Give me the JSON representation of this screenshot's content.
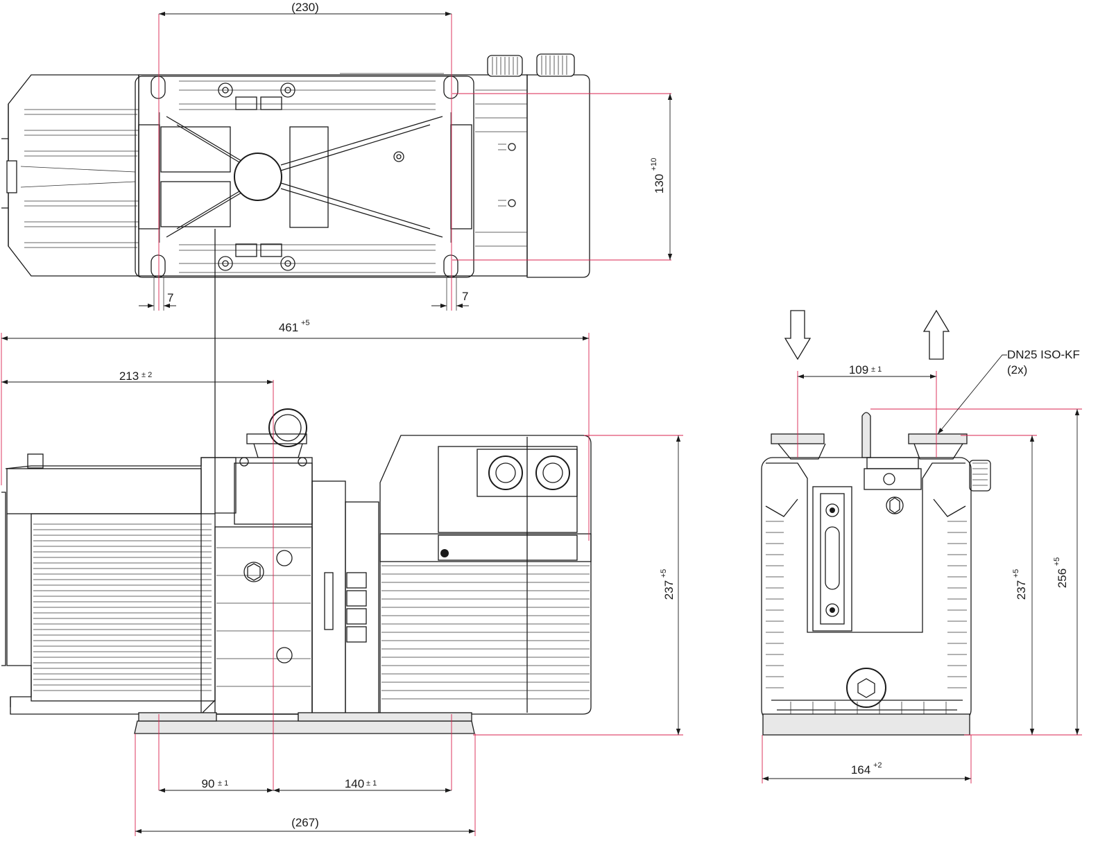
{
  "dimensions": {
    "top_flange_spacing": {
      "value": "(230)"
    },
    "top_depth": {
      "value": "130",
      "tol": "+10"
    },
    "slot_left": {
      "value": "7"
    },
    "slot_right": {
      "value": "7"
    },
    "overall_length": {
      "value": "461",
      "tol": "+5"
    },
    "inlet_position": {
      "value": "213",
      "tol": "± 2"
    },
    "side_height": {
      "value": "237",
      "tol": "+5"
    },
    "foot_left": {
      "value": "90",
      "tol": "± 1"
    },
    "foot_right": {
      "value": "140",
      "tol": "± 1"
    },
    "base_length": {
      "value": "(267)"
    },
    "flange_spacing": {
      "value": "109",
      "tol": "± 1"
    },
    "end_height": {
      "value": "237",
      "tol": "+5"
    },
    "end_height_total": {
      "value": "256",
      "tol": "+5"
    },
    "end_width": {
      "value": "164",
      "tol": "+2"
    }
  },
  "callout": {
    "line1": "DN25 ISO-KF",
    "line2": "(2x)"
  },
  "colors": {
    "reference_line": "#d9224e",
    "outline": "#1a1a1a"
  },
  "icons": {
    "inlet": "arrow-down-icon",
    "outlet": "arrow-up-icon"
  }
}
